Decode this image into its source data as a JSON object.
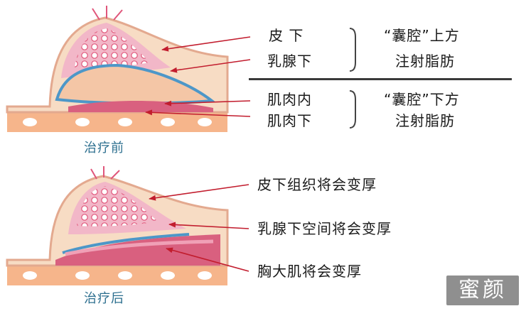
{
  "before": {
    "caption": "治疗前",
    "labels": {
      "subcutaneous": "皮 下",
      "submammary": "乳腺下",
      "intramuscular": "肌肉内",
      "submuscular": "肌肉下"
    },
    "groups": {
      "above_line1": "“囊腔”上方",
      "above_line2": "注射脂肪",
      "below_line1": "“囊腔”下方",
      "below_line2": "注射脂肪"
    }
  },
  "after": {
    "caption": "治疗后",
    "labels": {
      "subcutaneous": "皮下组织将会变厚",
      "submammary": "乳腺下空间将会变厚",
      "pectoral": "胸大肌将会变厚"
    }
  },
  "watermark": "蜜颜",
  "colors": {
    "skin": "#f7dcc4",
    "skin_outline": "#e3a98f",
    "muscle": "#d9607f",
    "gland": "#f2b7c8",
    "implant": "#4d97c8",
    "arrow": "#c21d2e",
    "caption": "#2d6f8f"
  }
}
